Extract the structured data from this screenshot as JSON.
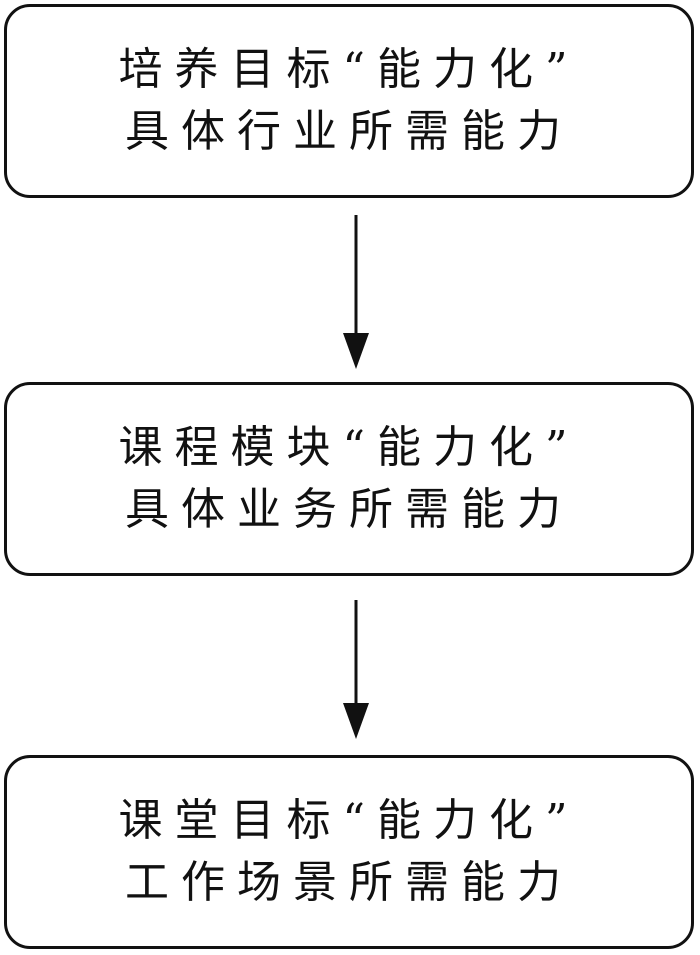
{
  "nodes": [
    {
      "line1": "培养目标“能力化”",
      "line2": "具体行业所需能力"
    },
    {
      "line1": "课程模块“能力化”",
      "line2": "具体业务所需能力"
    },
    {
      "line1": "课堂目标“能力化”",
      "line2": "工作场景所需能力"
    }
  ],
  "edges": [
    {
      "from": 0,
      "to": 1
    },
    {
      "from": 1,
      "to": 2
    }
  ]
}
